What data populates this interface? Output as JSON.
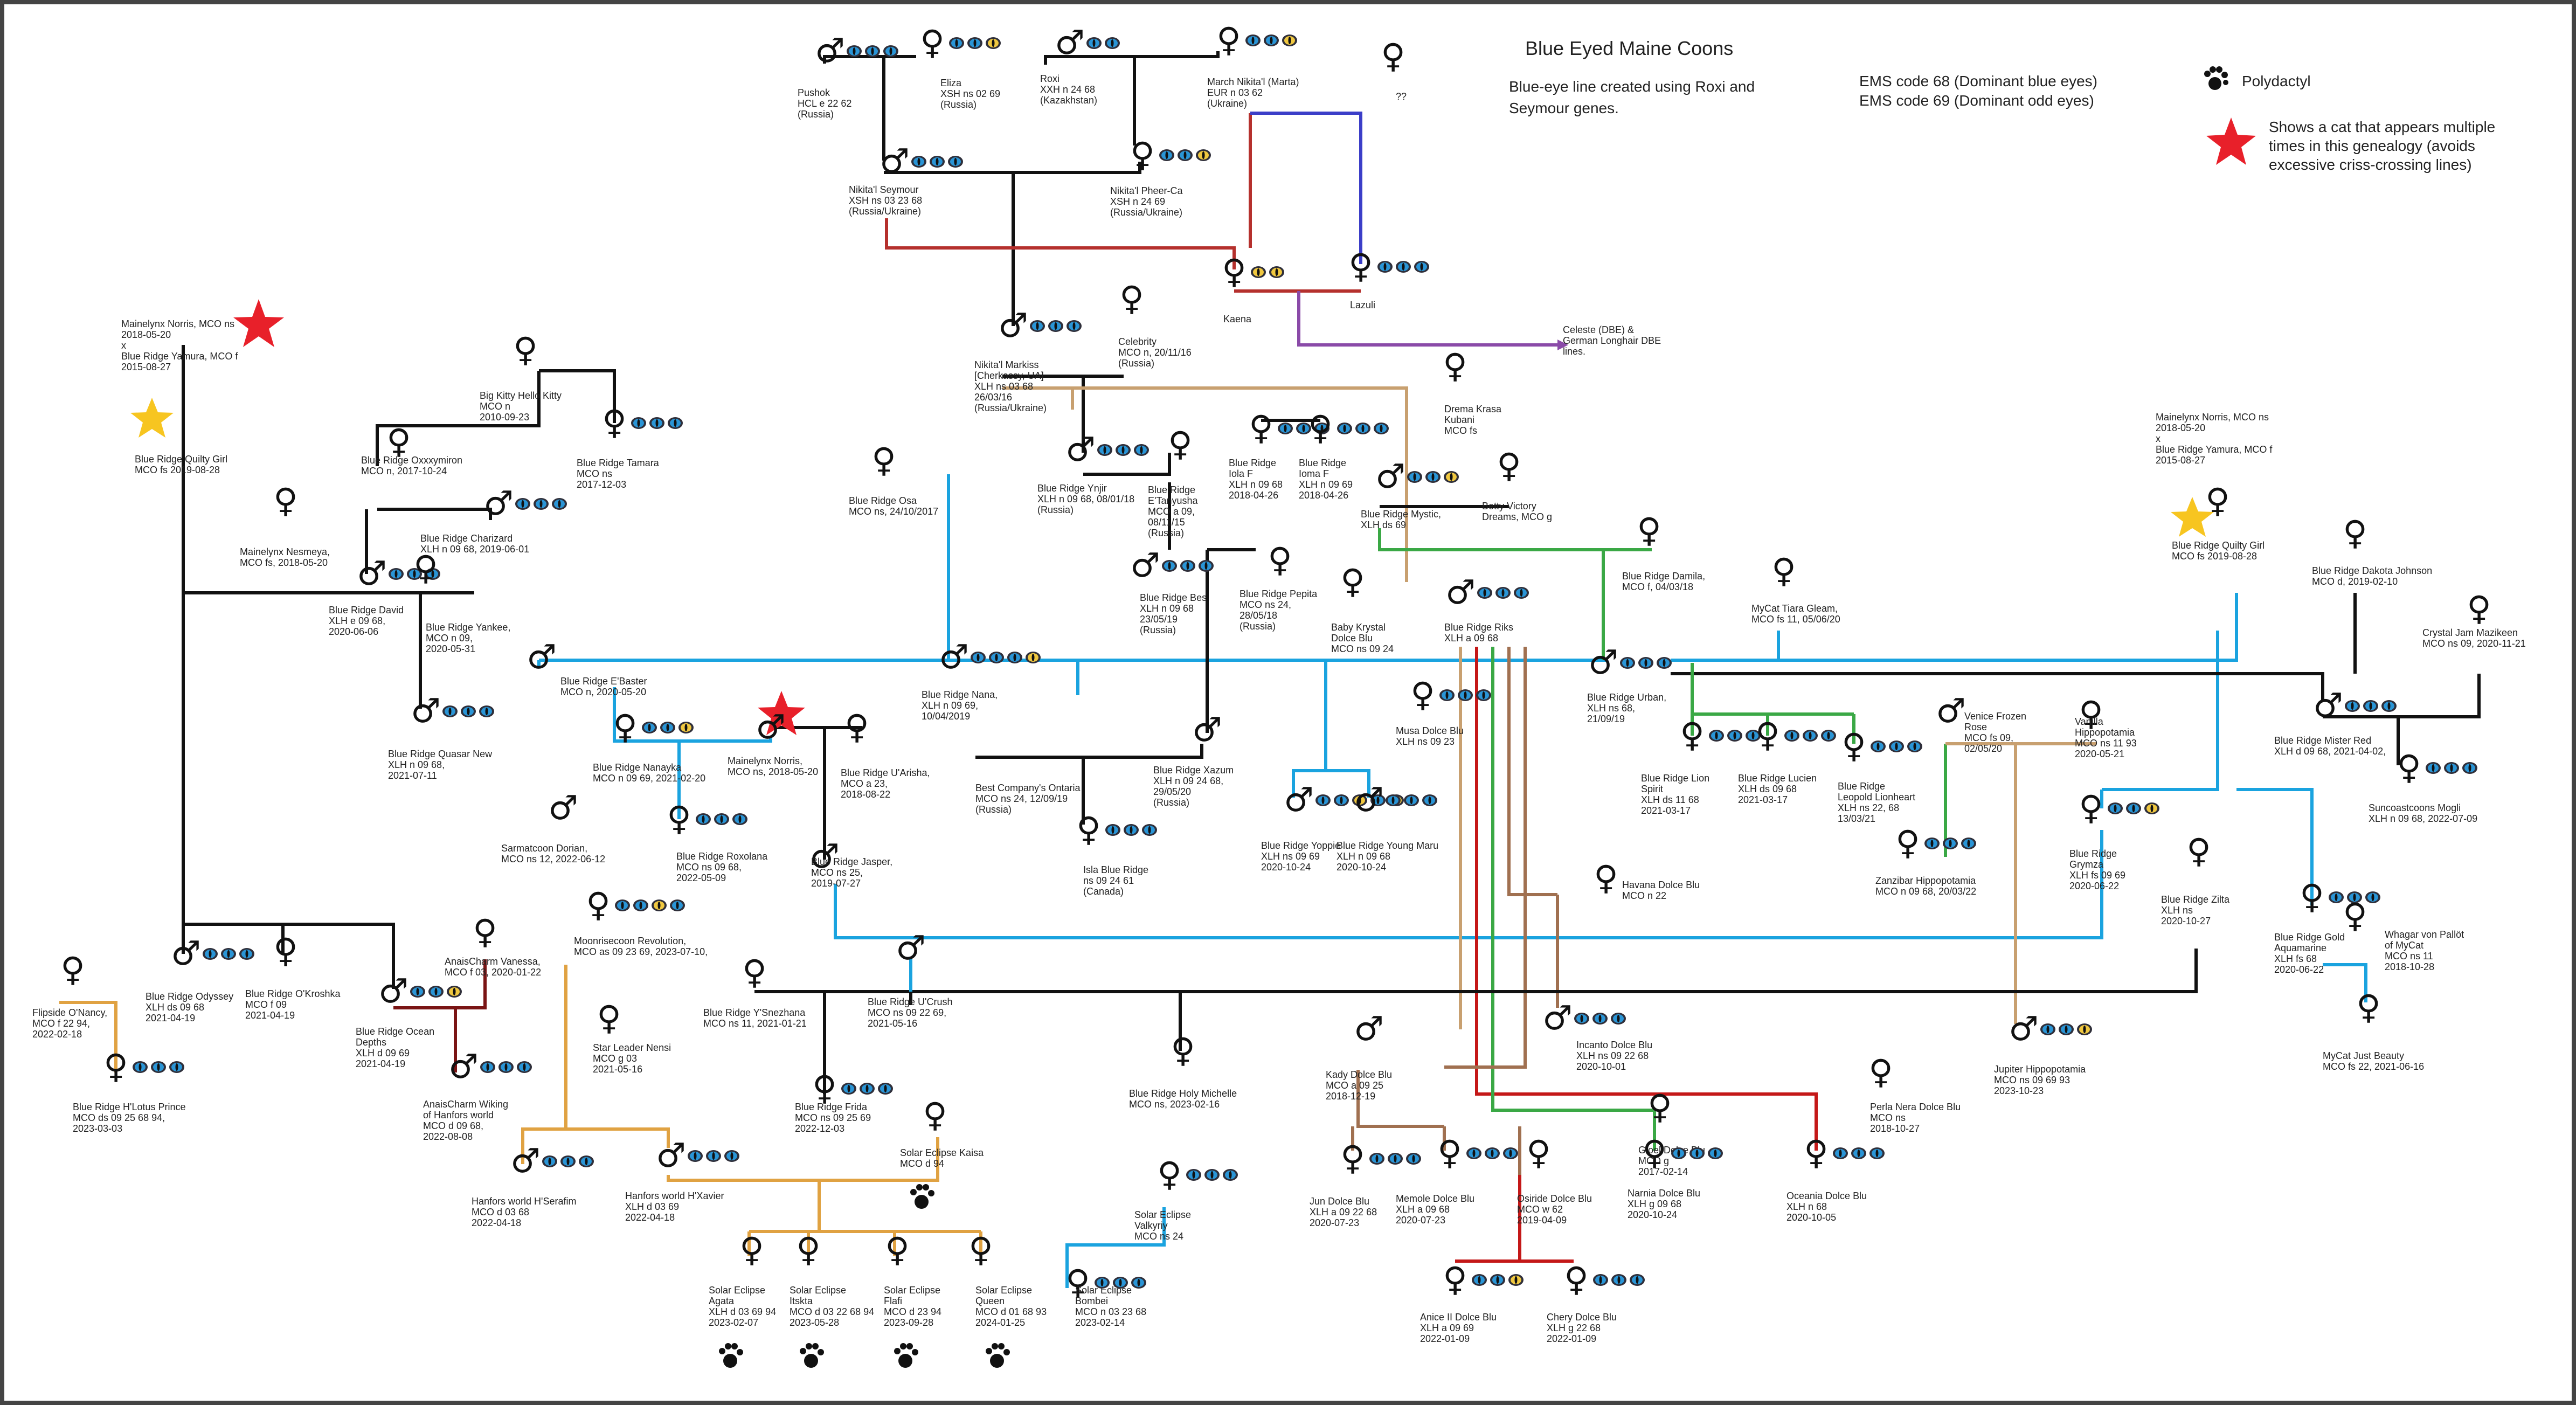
{
  "header": {
    "title": "Blue Eyed Maine Coons",
    "subtitle_line1": "Blue-eye line created using Roxi and",
    "subtitle_line2": "Seymour genes."
  },
  "legend": {
    "ems_line1": "EMS code 68 (Dominant blue eyes)",
    "ems_line2": "EMS code 69 (Dominant odd eyes)",
    "polydactyl_label": "Polydactyl",
    "star_line1": "Shows a cat that appears multiple",
    "star_line2": "times in this genealogy (avoids",
    "star_line3": "excessive criss-crossing lines)"
  },
  "cats": [
    {
      "id": "pushok",
      "lines": [
        "Pushok",
        "HCL e 22 62",
        "(Russia)"
      ]
    },
    {
      "id": "eliza",
      "lines": [
        "Eliza",
        "XSH ns 02 69",
        "(Russia)"
      ]
    },
    {
      "id": "roxi",
      "lines": [
        "Roxi",
        "XXH n 24 68",
        "(Kazakhstan)"
      ]
    },
    {
      "id": "march",
      "lines": [
        "March Nikita'l (Marta)",
        "EUR n 03 62",
        "(Ukraine)"
      ]
    },
    {
      "id": "unknown",
      "lines": [
        "??"
      ]
    },
    {
      "id": "seymour",
      "lines": [
        "Nikita'l Seymour",
        "XSH ns 03 23 68",
        "(Russia/Ukraine)"
      ]
    },
    {
      "id": "pheer",
      "lines": [
        "Nikita'l Pheer-Ca",
        "XSH n 24 69",
        "(Russia/Ukraine)"
      ]
    },
    {
      "id": "kaena",
      "lines": [
        "Kaena"
      ]
    },
    {
      "id": "lazuli",
      "lines": [
        "Lazuli"
      ]
    },
    {
      "id": "celeste",
      "lines": [
        "Celeste (DBE) &",
        "German Longhair DBE",
        "lines."
      ]
    },
    {
      "id": "markiss",
      "lines": [
        "Nikita'l Markiss",
        "[Cherkassy, UA]",
        "XLH ns 03 68",
        "26/03/16",
        "(Russia/Ukraine)"
      ]
    },
    {
      "id": "celebrity",
      "lines": [
        "Celebrity",
        "MCO n, 20/11/16",
        "(Russia)"
      ]
    },
    {
      "id": "norris_l",
      "lines": [
        "Mainelynx Norris, MCO ns",
        "2018-05-20",
        "x",
        "Blue Ridge Yamura, MCO f",
        "2015-08-27"
      ]
    },
    {
      "id": "quilty_l",
      "lines": [
        "Blue Ridge Quilty Girl",
        "MCO fs 2019-08-28"
      ]
    },
    {
      "id": "bigkitty",
      "lines": [
        "Big Kitty Hello Kitty",
        "MCO n",
        "2010-09-23"
      ]
    },
    {
      "id": "oxxxymiron",
      "lines": [
        "Blue Ridge Oxxxymiron",
        "MCO n, 2017-10-24"
      ]
    },
    {
      "id": "tamara",
      "lines": [
        "Blue Ridge Tamara",
        "MCO ns",
        "2017-12-03"
      ]
    },
    {
      "id": "charizard",
      "lines": [
        "Blue Ridge Charizard",
        "XLH n 09 68, 2019-06-01"
      ]
    },
    {
      "id": "nesmeya",
      "lines": [
        "Mainelynx Nesmeya,",
        "MCO fs, 2018-05-20"
      ]
    },
    {
      "id": "david",
      "lines": [
        "Blue Ridge David",
        "XLH e 09 68,",
        "2020-06-06"
      ]
    },
    {
      "id": "yankee",
      "lines": [
        "Blue Ridge Yankee,",
        "MCO n 09,",
        "2020-05-31"
      ]
    },
    {
      "id": "quasar",
      "lines": [
        "Blue Ridge Quasar New",
        "XLH n 09 68,",
        "2021-07-11"
      ]
    },
    {
      "id": "osa",
      "lines": [
        "Blue Ridge Osa",
        "MCO ns, 24/10/2017"
      ]
    },
    {
      "id": "ynjir",
      "lines": [
        "Blue Ridge Ynjir",
        "XLH n 09 68, 08/01/18",
        "(Russia)"
      ]
    },
    {
      "id": "etanyusha",
      "lines": [
        "Blue Ridge",
        "E'Tanyusha",
        "MCO a 09,",
        "08/11/15",
        "(Russia)"
      ]
    },
    {
      "id": "iola",
      "lines": [
        "Blue Ridge",
        "Iola     F",
        "XLH n 09 68",
        "2018-04-26"
      ]
    },
    {
      "id": "ioma",
      "lines": [
        "Blue Ridge",
        "Ioma F",
        "XLH n 09 69",
        "2018-04-26"
      ]
    },
    {
      "id": "drema",
      "lines": [
        "Drema Krasa",
        "Kubani",
        "MCO fs"
      ]
    },
    {
      "id": "mystic",
      "lines": [
        "Blue Ridge Mystic,",
        "XLH ds 69"
      ]
    },
    {
      "id": "betty",
      "lines": [
        "Betty Victory",
        "Dreams, MCO g"
      ]
    },
    {
      "id": "bes",
      "lines": [
        "Blue Ridge Bes",
        "XLH n 09 68",
        "23/05/19",
        "(Russia)"
      ]
    },
    {
      "id": "pepita",
      "lines": [
        "Blue Ridge Pepita",
        "MCO ns 24,",
        "28/05/18",
        "(Russia)"
      ]
    },
    {
      "id": "krystal",
      "lines": [
        "Baby Krystal",
        "Dolce Blu",
        "MCO ns 09 24"
      ]
    },
    {
      "id": "riks",
      "lines": [
        "Blue Ridge Riks",
        "XLH a 09 68"
      ]
    },
    {
      "id": "damila",
      "lines": [
        "Blue Ridge Damila,",
        "MCO f, 04/03/18"
      ]
    },
    {
      "id": "tiara",
      "lines": [
        "MyCat Tiara Gleam,",
        "MCO fs 11, 05/06/20"
      ]
    },
    {
      "id": "norris_r",
      "lines": [
        "Mainelynx Norris, MCO ns",
        "2018-05-20",
        "x",
        "Blue Ridge Yamura, MCO f",
        "2015-08-27"
      ]
    },
    {
      "id": "quilty_r",
      "lines": [
        "Blue Ridge Quilty Girl",
        "MCO fs 2019-08-28"
      ]
    },
    {
      "id": "dakota",
      "lines": [
        "Blue Ridge Dakota Johnson",
        "MCO d, 2019-02-10"
      ]
    },
    {
      "id": "crystaljam",
      "lines": [
        "Crystal Jam Mazikeen",
        "MCO ns 09, 2020-11-21"
      ]
    },
    {
      "id": "ebaster",
      "lines": [
        "Blue Ridge E'Baster",
        "MCO n, 2020-05-20"
      ]
    },
    {
      "id": "nana",
      "lines": [
        "Blue Ridge Nana,",
        "XLH n 09 69,",
        "10/04/2019"
      ]
    },
    {
      "id": "musa",
      "lines": [
        "Musa Dolce Blu",
        "XLH ns 09 23"
      ]
    },
    {
      "id": "urban",
      "lines": [
        "Blue Ridge Urban,",
        "XLH ns 68,",
        "21/09/19"
      ]
    },
    {
      "id": "venice",
      "lines": [
        "Venice Frozen",
        "Rose",
        "MCO fs 09,",
        "02/05/20"
      ]
    },
    {
      "id": "vanilla",
      "lines": [
        "Vanilla",
        "Hippopotamia",
        "MCO ns 11 93",
        "2020-05-21"
      ]
    },
    {
      "id": "mistered",
      "lines": [
        "Blue Ridge Mister Red",
        "XLH d 09 68, 2021-04-02,"
      ]
    },
    {
      "id": "suncoast",
      "lines": [
        "Suncoastcoons Mogli",
        "XLH n 09 68, 2022-07-09"
      ]
    },
    {
      "id": "nanayka",
      "lines": [
        "Blue Ridge Nanayka",
        "MCO n 09 69, 2021-02-20"
      ]
    },
    {
      "id": "norris_c",
      "lines": [
        "Mainelynx Norris,",
        "MCO ns, 2018-05-20"
      ]
    },
    {
      "id": "uarisha",
      "lines": [
        "Blue Ridge U'Arisha,",
        "MCO a 23,",
        "2018-08-22"
      ]
    },
    {
      "id": "ontaria",
      "lines": [
        "Best Company's Ontaria",
        "MCO ns 24, 12/09/19",
        "(Russia)"
      ]
    },
    {
      "id": "xazum",
      "lines": [
        "Blue Ridge Xazum",
        "XLH n 09 24 68,",
        "29/05/20",
        "(Russia)"
      ]
    },
    {
      "id": "lion",
      "lines": [
        "Blue Ridge Lion",
        "Spirit",
        "XLH ds 11 68",
        "2021-03-17"
      ]
    },
    {
      "id": "lucien",
      "lines": [
        "Blue Ridge Lucien",
        "XLH ds 09 68",
        "2021-03-17"
      ]
    },
    {
      "id": "leopold",
      "lines": [
        "Blue Ridge",
        "Leopold Lionheart",
        "XLH ns 22, 68",
        "13/03/21"
      ]
    },
    {
      "id": "zanzibar",
      "lines": [
        "Zanzibar Hippopotamia",
        "MCO n 09 68, 20/03/22"
      ]
    },
    {
      "id": "sarmatcoon",
      "lines": [
        "Sarmatcoon Dorian,",
        "MCO ns 12, 2022-06-12"
      ]
    },
    {
      "id": "roxolana",
      "lines": [
        "Blue Ridge Roxolana",
        "MCO ns 09 68,",
        "2022-05-09"
      ]
    },
    {
      "id": "jasper",
      "lines": [
        "Blue Ridge Jasper,",
        "MCO ns 25,",
        "2019-07-27"
      ]
    },
    {
      "id": "isla",
      "lines": [
        "Isla Blue Ridge",
        "ns 09 24 61",
        "(Canada)"
      ]
    },
    {
      "id": "yoppie",
      "lines": [
        "Blue Ridge Yoppie",
        "XLH ns 09 69",
        "2020-10-24"
      ]
    },
    {
      "id": "maru",
      "lines": [
        "Blue Ridge Young Maru",
        "XLH n 09 68",
        "2020-10-24"
      ]
    },
    {
      "id": "havana",
      "lines": [
        "Havana Dolce Blu",
        "MCO n 22"
      ]
    },
    {
      "id": "grymza",
      "lines": [
        "Blue Ridge",
        "Grymza",
        "XLH fs 09 69",
        "2020-06-22"
      ]
    },
    {
      "id": "zilta",
      "lines": [
        "Blue Ridge Zilta",
        "XLH ns",
        "2020-10-27"
      ]
    },
    {
      "id": "moonrisecoon",
      "lines": [
        "Moonrisecoon Revolution,",
        "MCO as 09 23 69, 2023-07-10,"
      ]
    },
    {
      "id": "vanessa",
      "lines": [
        "AnaisCharm Vanessa,",
        "MCO f 03, 2020-01-22"
      ]
    },
    {
      "id": "nancy",
      "lines": [
        "Flipside O'Nancy,",
        "MCO f 22 94,",
        "2022-02-18"
      ]
    },
    {
      "id": "odyssey",
      "lines": [
        "Blue Ridge Odyssey",
        "XLH ds 09 68",
        "2021-04-19"
      ]
    },
    {
      "id": "okroshka",
      "lines": [
        "Blue Ridge O'Kroshka",
        "MCO f 09",
        "2021-04-19"
      ]
    },
    {
      "id": "oceandepths",
      "lines": [
        "Blue Ridge Ocean",
        "Depths",
        "XLH d 09 69",
        "2021-04-19"
      ]
    },
    {
      "id": "snezhana",
      "lines": [
        "Blue Ridge Y'Snezhana",
        "MCO ns 11, 2021-01-21"
      ]
    },
    {
      "id": "ucrush",
      "lines": [
        "Blue Ridge U'Crush",
        "MCO ns 09 22 69,",
        "2021-05-16"
      ]
    },
    {
      "id": "gold",
      "lines": [
        "Blue Ridge Gold",
        "Aquamarine",
        "XLH fs 68",
        "2020-06-22"
      ]
    },
    {
      "id": "whagar",
      "lines": [
        "Whagar von Pallöt",
        "of MyCat",
        "MCO ns 11",
        "2018-10-28"
      ]
    },
    {
      "id": "incanto",
      "lines": [
        "Incanto Dolce Blu",
        "XLH ns 09 22 68",
        "2020-10-01"
      ]
    },
    {
      "id": "lotus",
      "lines": [
        "Blue Ridge H'Lotus Prince",
        "MCO ds 09 25 68 94,",
        "2023-03-03"
      ]
    },
    {
      "id": "wiking",
      "lines": [
        "AnaisCharm Wiking",
        "of Hanfors world",
        "MCO d 09 68,",
        "2022-08-08"
      ]
    },
    {
      "id": "starleader",
      "lines": [
        "Star Leader Nensi",
        "MCO g 03",
        "2021-05-16"
      ]
    },
    {
      "id": "kady",
      "lines": [
        "Kady Dolce Blu",
        "MCO a 09 25",
        "2018-12-19"
      ]
    },
    {
      "id": "jupiter",
      "lines": [
        "Jupiter Hippopotamia",
        "MCO ns 09 69 93",
        "2023-10-23"
      ]
    },
    {
      "id": "justbeauty",
      "lines": [
        "MyCat Just Beauty",
        "MCO fs 22, 2021-06-16"
      ]
    },
    {
      "id": "frida",
      "lines": [
        "Blue Ridge Frida",
        "MCO ns 09 25 69",
        "2022-12-03"
      ]
    },
    {
      "id": "michelle",
      "lines": [
        "Blue Ridge Holy Michelle",
        "MCO ns, 2023-02-16"
      ]
    },
    {
      "id": "perlanera",
      "lines": [
        "Perla Nera Dolce Blu",
        "MCO ns",
        "2018-10-27"
      ]
    },
    {
      "id": "kaisa",
      "lines": [
        "Solar Eclipse Kaisa",
        "MCO d 94"
      ]
    },
    {
      "id": "herafim",
      "lines": [
        "Hanfors world H'Serafim",
        "MCO d 03 68",
        "2022-04-18"
      ]
    },
    {
      "id": "hxavier",
      "lines": [
        "Hanfors world H'Xavier",
        "XLH d 03 69",
        "2022-04-18"
      ]
    },
    {
      "id": "valkyriy",
      "lines": [
        "Solar Eclipse",
        "Valkyriy",
        "MCO ns 24"
      ]
    },
    {
      "id": "jun",
      "lines": [
        "Jun Dolce Blu",
        "XLH a 09 22 68",
        "2020-07-23"
      ]
    },
    {
      "id": "memole",
      "lines": [
        "Memole Dolce Blu",
        "XLH a 09 68",
        "2020-07-23"
      ]
    },
    {
      "id": "osiride",
      "lines": [
        "Osiride Dolce Blu",
        "MCO w 62",
        "2019-04-09"
      ]
    },
    {
      "id": "gioel",
      "lines": [
        "Gioel Dolce Blu",
        "MCO g",
        "2017-02-14"
      ]
    },
    {
      "id": "narnia",
      "lines": [
        "Narnia Dolce Blu",
        "XLH g 09 68",
        "2020-10-24"
      ]
    },
    {
      "id": "oceania",
      "lines": [
        "Oceania Dolce Blu",
        "XLH n 68",
        "2020-10-05"
      ]
    },
    {
      "id": "agata",
      "lines": [
        "Solar Eclipse",
        "Agata",
        "XLH d 03 69 94",
        "2023-02-07"
      ]
    },
    {
      "id": "itskta",
      "lines": [
        "Solar Eclipse",
        "Itskta",
        "MCO d 03 22 68 94",
        "2023-05-28"
      ]
    },
    {
      "id": "flafi",
      "lines": [
        "Solar Eclipse",
        "Flafi",
        "MCO d 23 94",
        "2023-09-28"
      ]
    },
    {
      "id": "queen",
      "lines": [
        "Solar Eclipse",
        "Queen",
        "MCO d 01 68 93",
        "2024-01-25"
      ]
    },
    {
      "id": "bombei",
      "lines": [
        "Solar Eclipse",
        "Bombei",
        "MCO n 03 23 68",
        "2023-02-14"
      ]
    },
    {
      "id": "anice",
      "lines": [
        "Anice II Dolce Blu",
        "XLH a 09 69",
        "2022-01-09"
      ]
    },
    {
      "id": "chery",
      "lines": [
        "Chery Dolce Blu",
        "XLH g 22 68",
        "2022-01-09"
      ]
    }
  ]
}
